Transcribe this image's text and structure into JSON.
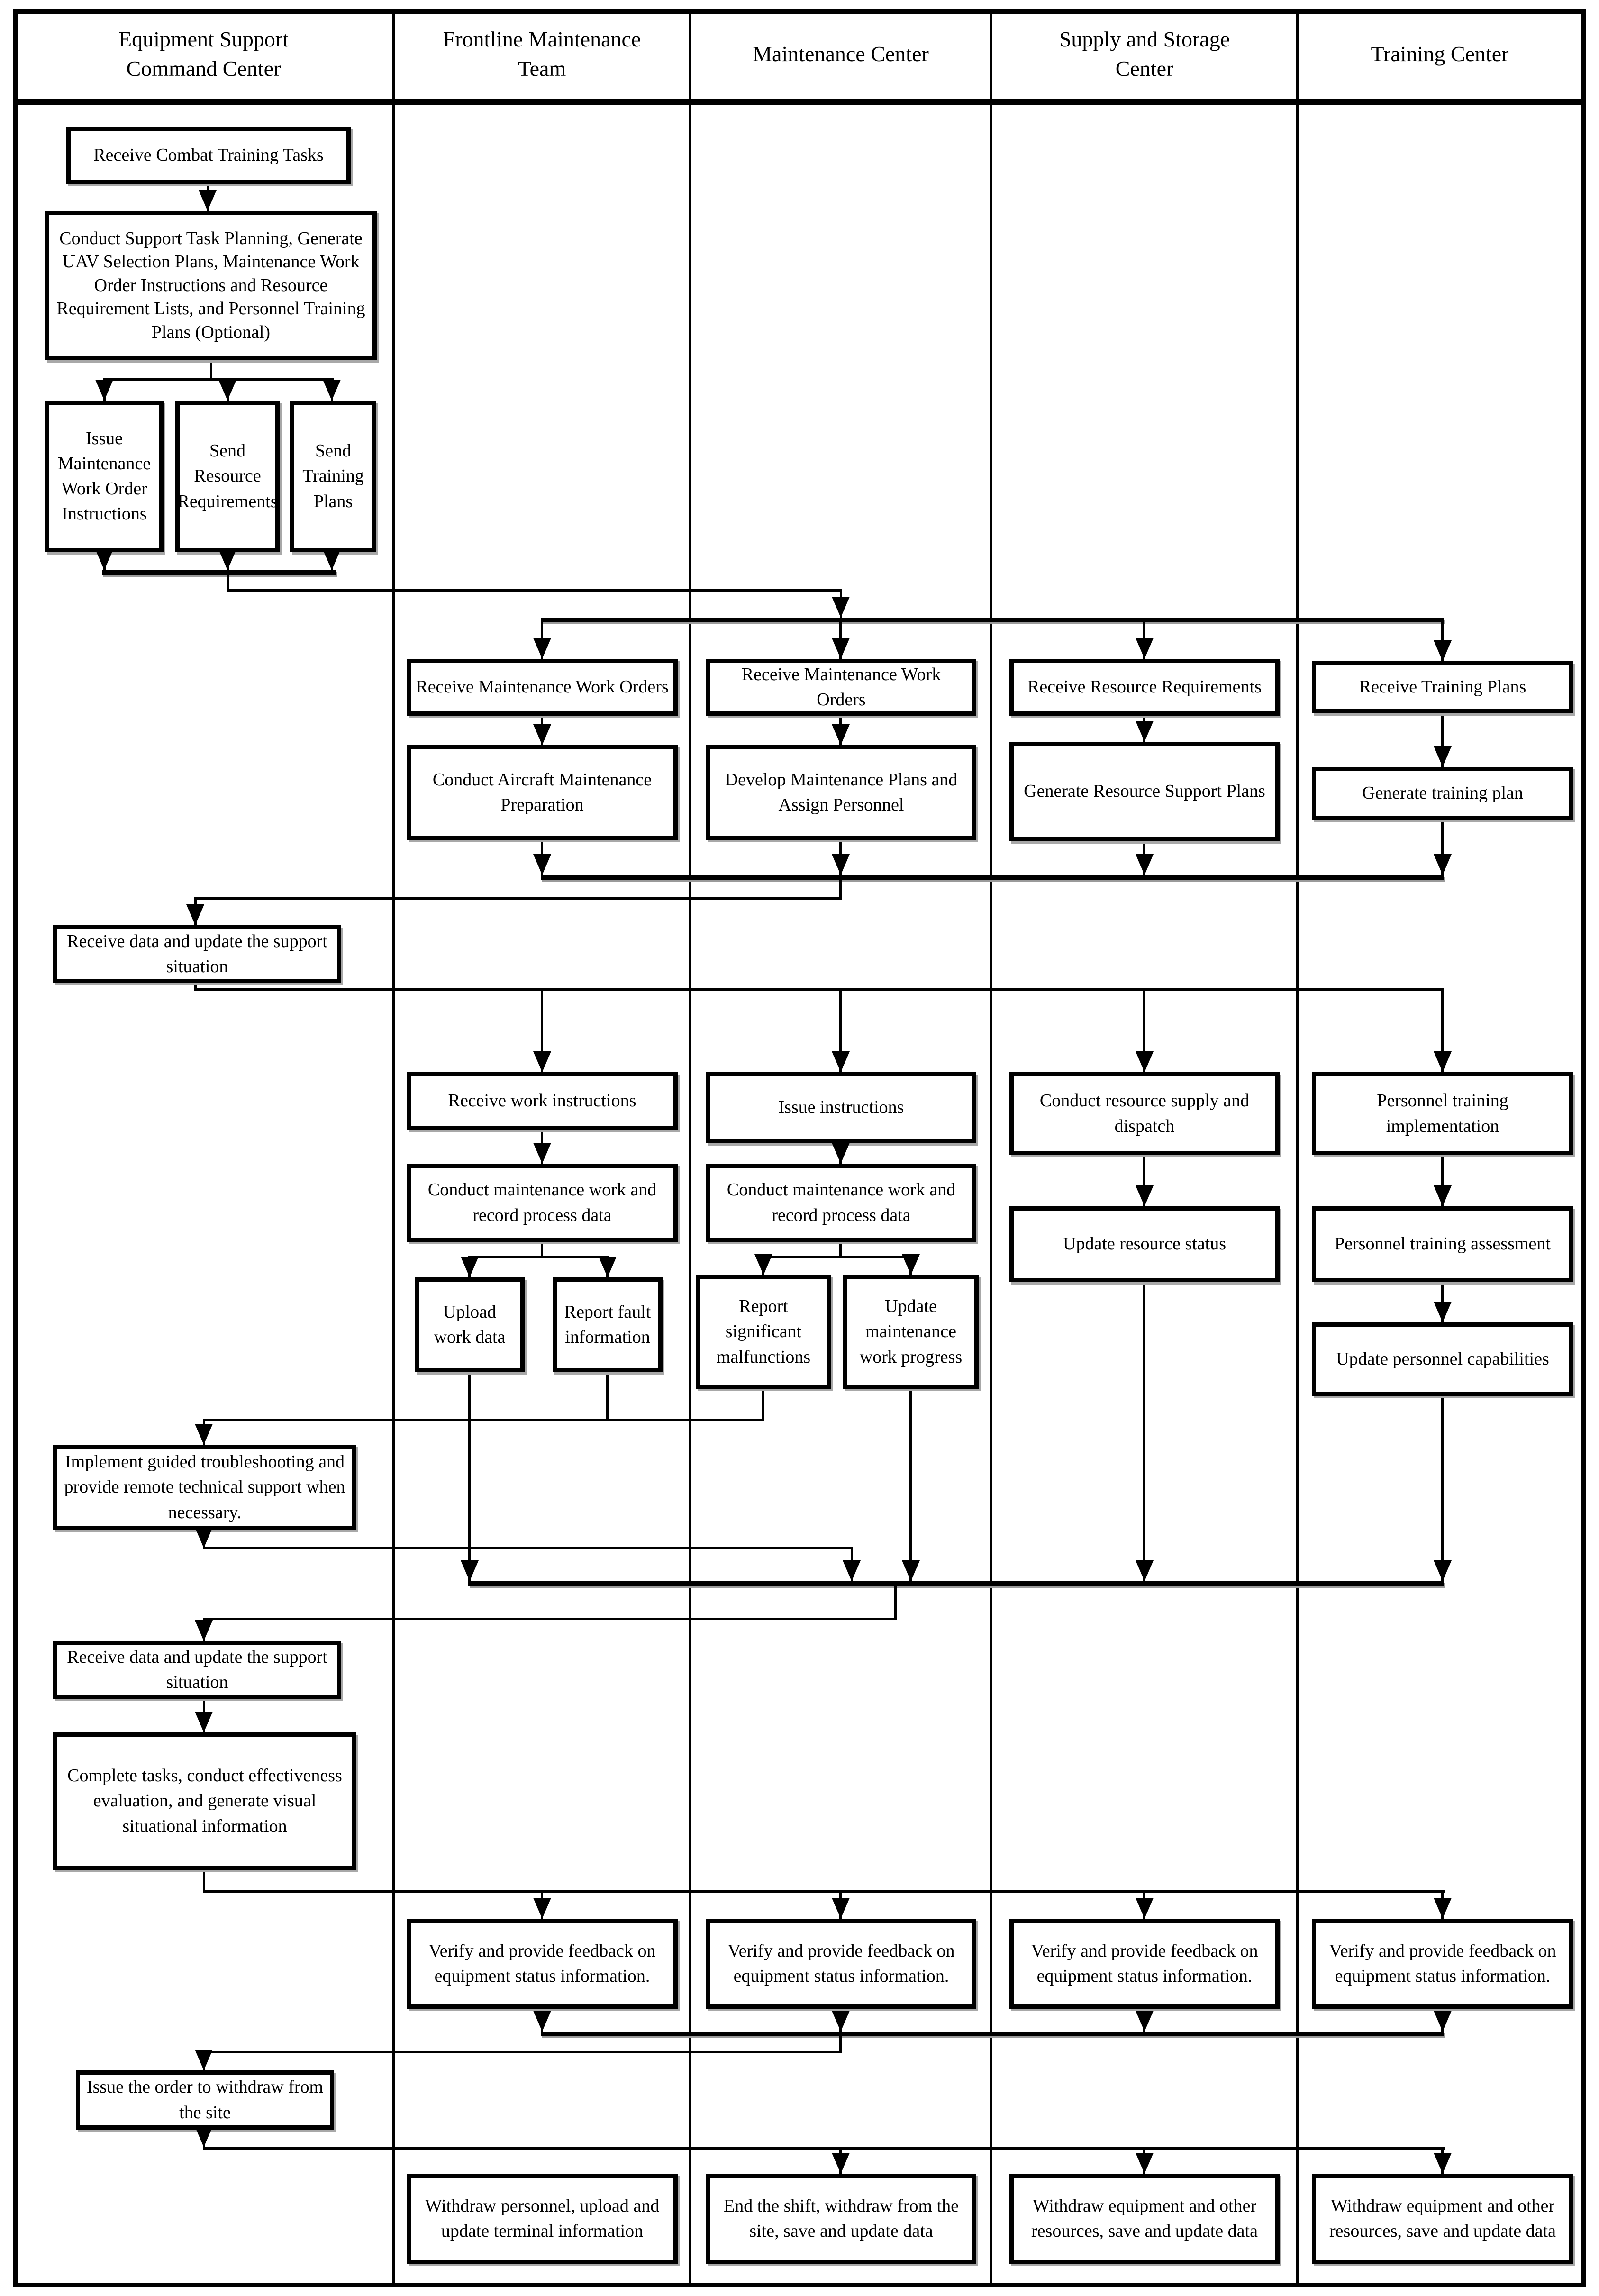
{
  "colors": {
    "background": "#ffffff",
    "line": "#000000",
    "box_border": "#000000"
  },
  "lanes": [
    {
      "id": "equipment-support-command-center",
      "label": "Equipment Support Command Center"
    },
    {
      "id": "frontline-maintenance-team",
      "label": "Frontline Maintenance Team"
    },
    {
      "id": "maintenance-center",
      "label": "Maintenance Center"
    },
    {
      "id": "supply-and-storage-center",
      "label": "Supply and Storage Center"
    },
    {
      "id": "training-center",
      "label": "Training Center"
    }
  ],
  "nodes": [
    {
      "id": "receive-combat-training-tasks",
      "lane": "equipment-support-command-center",
      "label": "Receive Combat Training Tasks"
    },
    {
      "id": "conduct-support-task-planning",
      "lane": "equipment-support-command-center",
      "label": "Conduct Support Task Planning, Generate UAV Selection Plans, Maintenance Work Order Instructions and Resource Requirement Lists, and Personnel Training Plans (Optional)"
    },
    {
      "id": "issue-maintenance-work-order-instructions",
      "lane": "equipment-support-command-center",
      "label": "Issue Maintenance Work Order Instructions"
    },
    {
      "id": "send-resource-requirements",
      "lane": "equipment-support-command-center",
      "label": "Send Resource Requirements"
    },
    {
      "id": "send-training-plans",
      "lane": "equipment-support-command-center",
      "label": "Send Training Plans"
    },
    {
      "id": "receive-maintenance-work-orders-frontline",
      "lane": "frontline-maintenance-team",
      "label": "Receive Maintenance Work Orders"
    },
    {
      "id": "conduct-aircraft-maintenance-preparation",
      "lane": "frontline-maintenance-team",
      "label": "Conduct Aircraft Maintenance Preparation"
    },
    {
      "id": "receive-maintenance-work-orders-center",
      "lane": "maintenance-center",
      "label": "Receive Maintenance Work Orders"
    },
    {
      "id": "develop-maintenance-plans-assign-personnel",
      "lane": "maintenance-center",
      "label": "Develop Maintenance Plans and Assign Personnel"
    },
    {
      "id": "receive-resource-requirements",
      "lane": "supply-and-storage-center",
      "label": "Receive Resource Requirements"
    },
    {
      "id": "generate-resource-support-plans",
      "lane": "supply-and-storage-center",
      "label": "Generate Resource Support Plans"
    },
    {
      "id": "receive-training-plans",
      "lane": "training-center",
      "label": "Receive Training Plans"
    },
    {
      "id": "generate-training-plan",
      "lane": "training-center",
      "label": "Generate training plan"
    },
    {
      "id": "receive-data-update-support-situation-1",
      "lane": "equipment-support-command-center",
      "label": "Receive data and update the support situation"
    },
    {
      "id": "receive-work-instructions",
      "lane": "frontline-maintenance-team",
      "label": "Receive work instructions"
    },
    {
      "id": "conduct-maintenance-work-frontline",
      "lane": "frontline-maintenance-team",
      "label": "Conduct maintenance work and record process data"
    },
    {
      "id": "upload-work-data",
      "lane": "frontline-maintenance-team",
      "label": "Upload work data"
    },
    {
      "id": "report-fault-information",
      "lane": "frontline-maintenance-team",
      "label": "Report fault information"
    },
    {
      "id": "issue-instructions",
      "lane": "maintenance-center",
      "label": "Issue instructions"
    },
    {
      "id": "conduct-maintenance-work-center",
      "lane": "maintenance-center",
      "label": "Conduct maintenance work and record process data"
    },
    {
      "id": "report-significant-malfunctions",
      "lane": "maintenance-center",
      "label": "Report significant malfunctions"
    },
    {
      "id": "update-maintenance-work-progress",
      "lane": "maintenance-center",
      "label": "Update maintenance work progress"
    },
    {
      "id": "conduct-resource-supply-and-dispatch",
      "lane": "supply-and-storage-center",
      "label": "Conduct resource supply and dispatch"
    },
    {
      "id": "update-resource-status",
      "lane": "supply-and-storage-center",
      "label": "Update resource status"
    },
    {
      "id": "personnel-training-implementation",
      "lane": "training-center",
      "label": "Personnel training implementation"
    },
    {
      "id": "personnel-training-assessment",
      "lane": "training-center",
      "label": "Personnel training assessment"
    },
    {
      "id": "update-personnel-capabilities",
      "lane": "training-center",
      "label": "Update personnel capabilities"
    },
    {
      "id": "implement-guided-troubleshooting",
      "lane": "equipment-support-command-center",
      "label": "Implement guided troubleshooting and provide remote technical support when necessary."
    },
    {
      "id": "receive-data-update-support-situation-2",
      "lane": "equipment-support-command-center",
      "label": "Receive data and update the support situation"
    },
    {
      "id": "complete-tasks-effectiveness-evaluation",
      "lane": "equipment-support-command-center",
      "label": "Complete tasks, conduct effectiveness evaluation, and generate visual situational information"
    },
    {
      "id": "verify-feedback-frontline",
      "lane": "frontline-maintenance-team",
      "label": "Verify and provide feedback on equipment status information."
    },
    {
      "id": "verify-feedback-center",
      "lane": "maintenance-center",
      "label": "Verify and provide feedback on equipment status information."
    },
    {
      "id": "verify-feedback-supply",
      "lane": "supply-and-storage-center",
      "label": "Verify and provide feedback on equipment status information."
    },
    {
      "id": "verify-feedback-training",
      "lane": "training-center",
      "label": "Verify and provide feedback on equipment status information."
    },
    {
      "id": "issue-order-withdraw",
      "lane": "equipment-support-command-center",
      "label": "Issue the order to withdraw from the site"
    },
    {
      "id": "withdraw-personnel-upload",
      "lane": "frontline-maintenance-team",
      "label": "Withdraw personnel, upload and update terminal information"
    },
    {
      "id": "end-shift-withdraw",
      "lane": "maintenance-center",
      "label": "End the shift, withdraw from the site, save and update data"
    },
    {
      "id": "withdraw-equipment-supply",
      "lane": "supply-and-storage-center",
      "label": "Withdraw equipment and other resources, save and update data"
    },
    {
      "id": "withdraw-equipment-training",
      "lane": "training-center",
      "label": "Withdraw equipment and other resources, save and update data"
    }
  ]
}
